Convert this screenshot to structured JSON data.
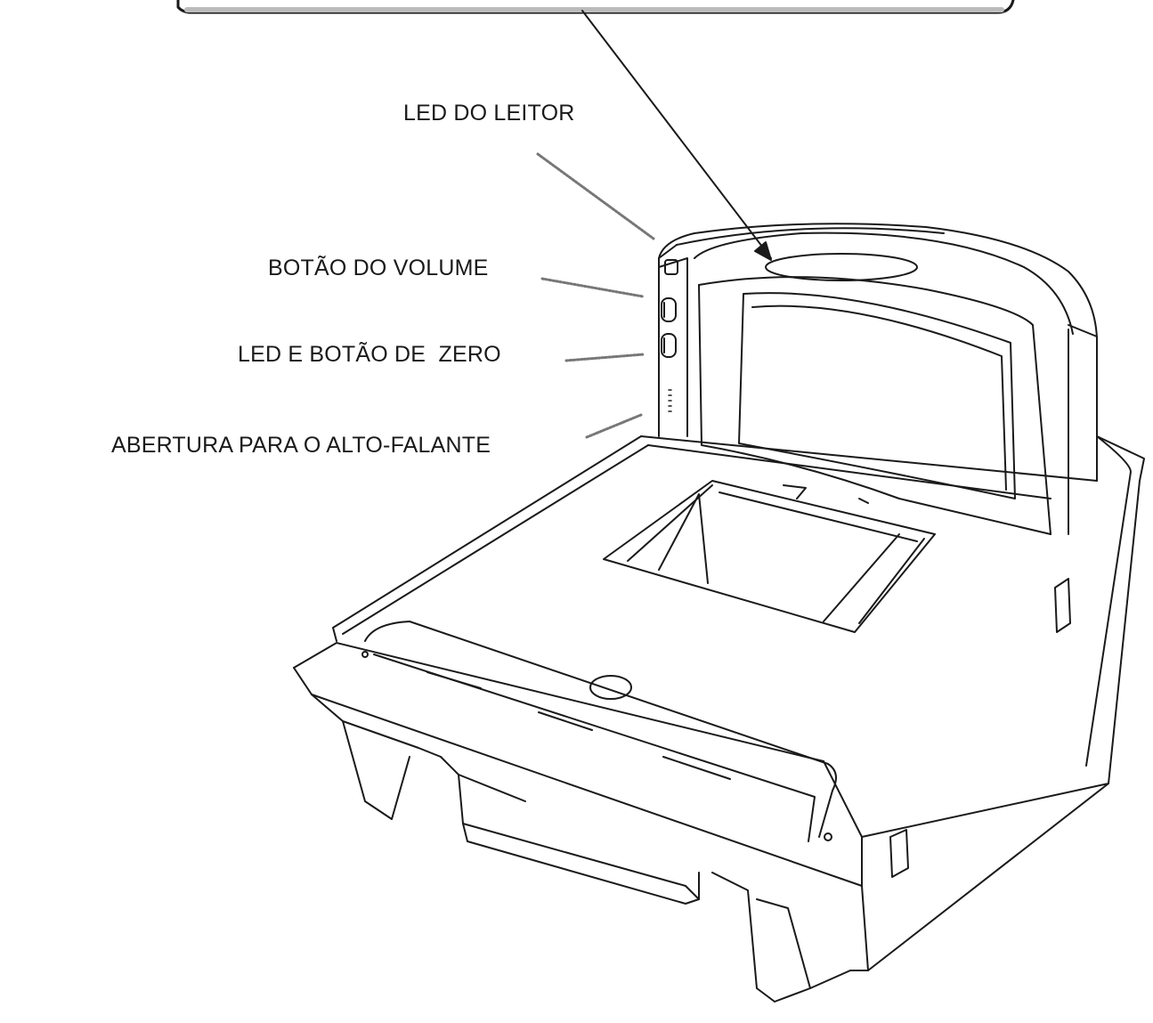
{
  "labels": {
    "led_leitor": "LED DO LEITOR",
    "botao_volume": "BOTÃO DO VOLUME",
    "led_botao_zero": "LED E BOTÃO DE  ZERO",
    "abertura_alto_falante": "ABERTURA PARA O ALTO-FALANTE"
  },
  "colors": {
    "line": "#1a1a1a",
    "leader": "#666666",
    "background": "#ffffff"
  }
}
